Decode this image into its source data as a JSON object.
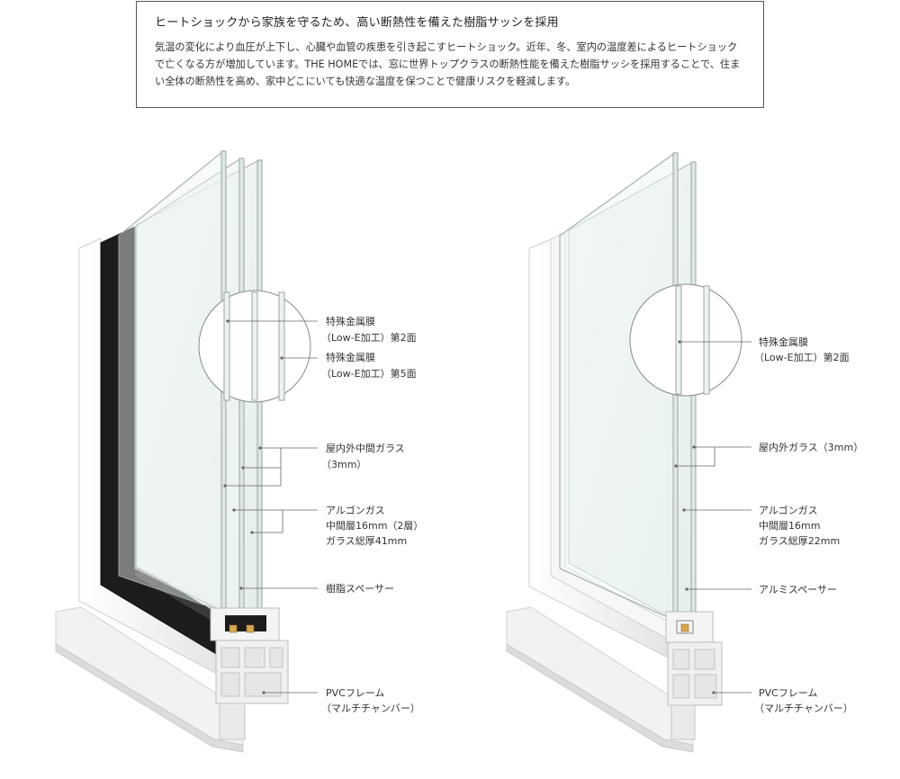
{
  "intro": {
    "title": "ヒートショックから家族を守るため、高い断熱性を備えた樹脂サッシを採用",
    "body": "気温の変化により血圧が上下し、心臓や血管の疾患を引き起こすヒートショック。近年、冬、室内の温度差によるヒートショックで亡くなる方が増加しています。THE HOMEでは、窓に世界トップクラスの断熱性能を備えた樹脂サッシを採用することで、住まい全体の断熱性を高め、家中どこにいても快適な温度を保つことで健康リスクを軽減します。"
  },
  "left_window": {
    "low_e_2": [
      "特殊金属膜",
      "（Low-E加工）第2面"
    ],
    "low_e_5": [
      "特殊金属膜",
      "（Low-E加工）第5面"
    ],
    "glass": [
      "屋内外中間ガラス",
      "（3mm）"
    ],
    "argon": [
      "アルゴンガス",
      "中間層16mm（2層）",
      "ガラス総厚41mm"
    ],
    "spacer": [
      "樹脂スペーサー"
    ],
    "frame": [
      "PVCフレーム",
      "（マルチチャンバー）"
    ]
  },
  "right_window": {
    "low_e_2": [
      "特殊金属膜",
      "（Low-E加工）第2面"
    ],
    "glass": [
      "屋内外ガラス（3mm）"
    ],
    "argon": [
      "アルゴンガス",
      "中間層16mm",
      "ガラス総厚22mm"
    ],
    "spacer": [
      "アルミスペーサー"
    ],
    "frame": [
      "PVCフレーム",
      "（マルチチャンバー）"
    ]
  },
  "colors": {
    "glass_fill": "#eef5f1",
    "glass_edge": "#9aa6a0",
    "frame_white": "#f4f4f4",
    "frame_shadow": "#cfcfcf",
    "black_frame": "#1c1c1c",
    "spacer_gold": "#d7a84a",
    "leader": "#666666"
  }
}
